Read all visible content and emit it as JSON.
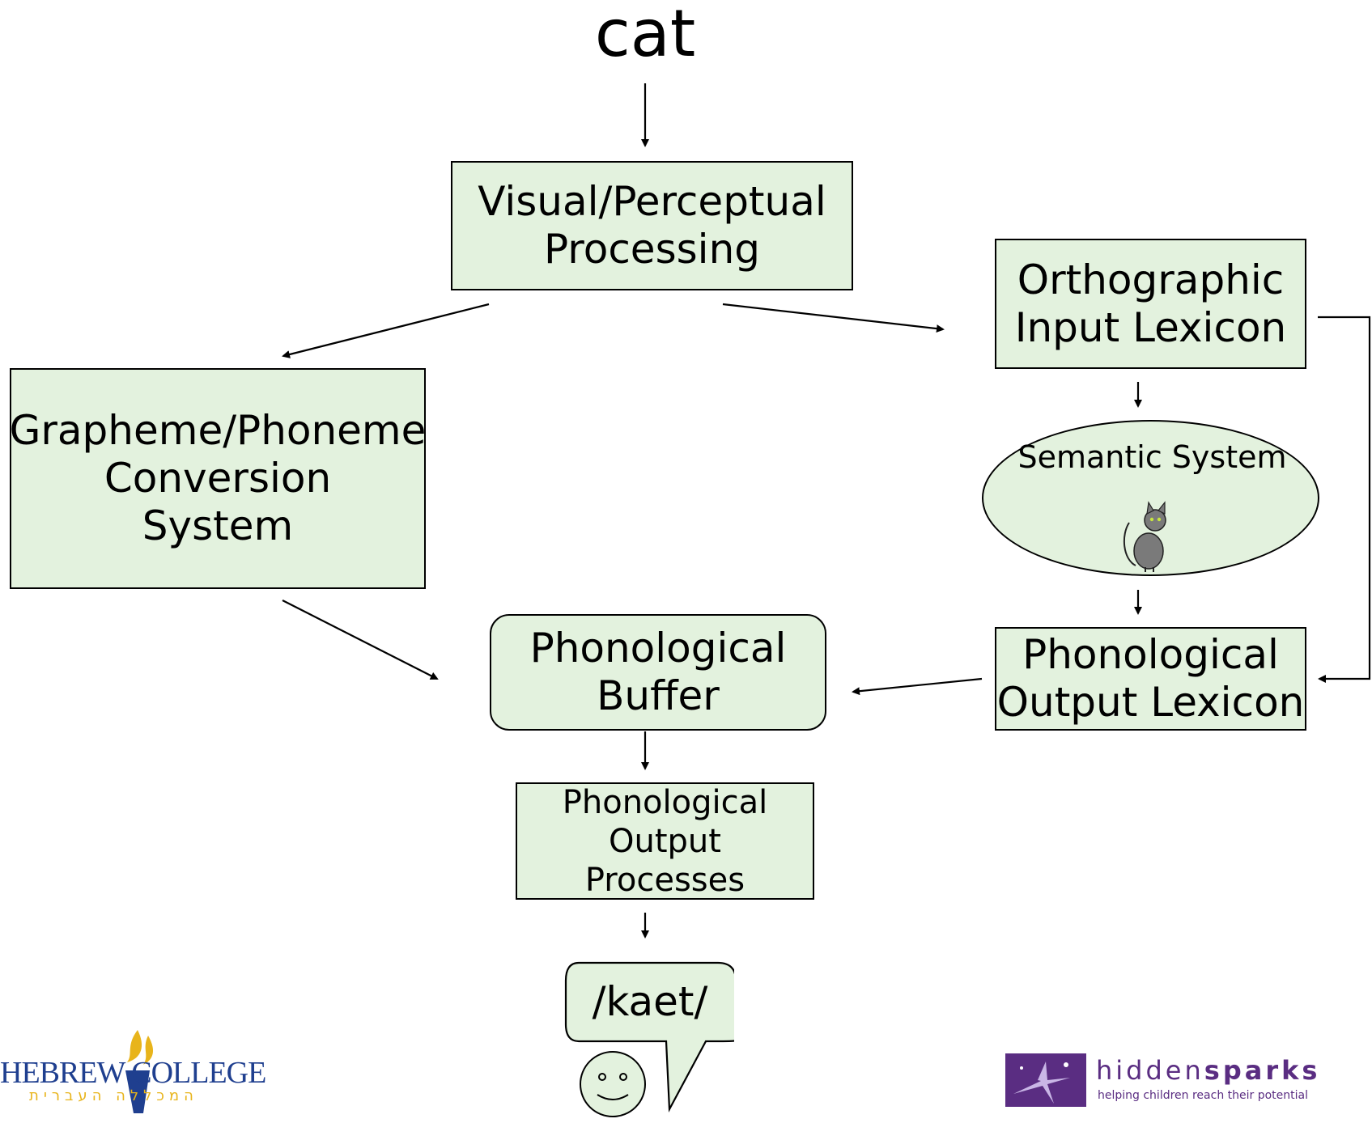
{
  "input_word": "cat",
  "nodes": {
    "visual": [
      "Visual/Perceptual",
      "Processing"
    ],
    "orthographic": [
      "Orthographic",
      "Input Lexicon"
    ],
    "semantic": "Semantic System",
    "grapheme": [
      "Grapheme/Phoneme",
      "Conversion",
      "System"
    ],
    "buffer": [
      "Phonological",
      "Buffer"
    ],
    "output_lexicon": [
      "Phonological",
      "Output Lexicon"
    ],
    "output_processes": [
      "Phonological",
      "Output",
      "Processes"
    ]
  },
  "speech_bubble": "/kaet/",
  "logos": {
    "hebrew_college": "HEBREW COLLEGE",
    "hebrew_college_sub": "המכללה העברית",
    "hiddensparks_light": "hidden",
    "hiddensparks_bold": "sparks",
    "hiddensparks_tagline": "helping children reach their potential"
  },
  "colors": {
    "box_fill": "#e3f2de",
    "stroke": "#000000",
    "hebrew_college_blue": "#1f3f8f",
    "hebrew_college_gold": "#e8b41b",
    "hiddensparks_purple": "#5a2d82"
  }
}
